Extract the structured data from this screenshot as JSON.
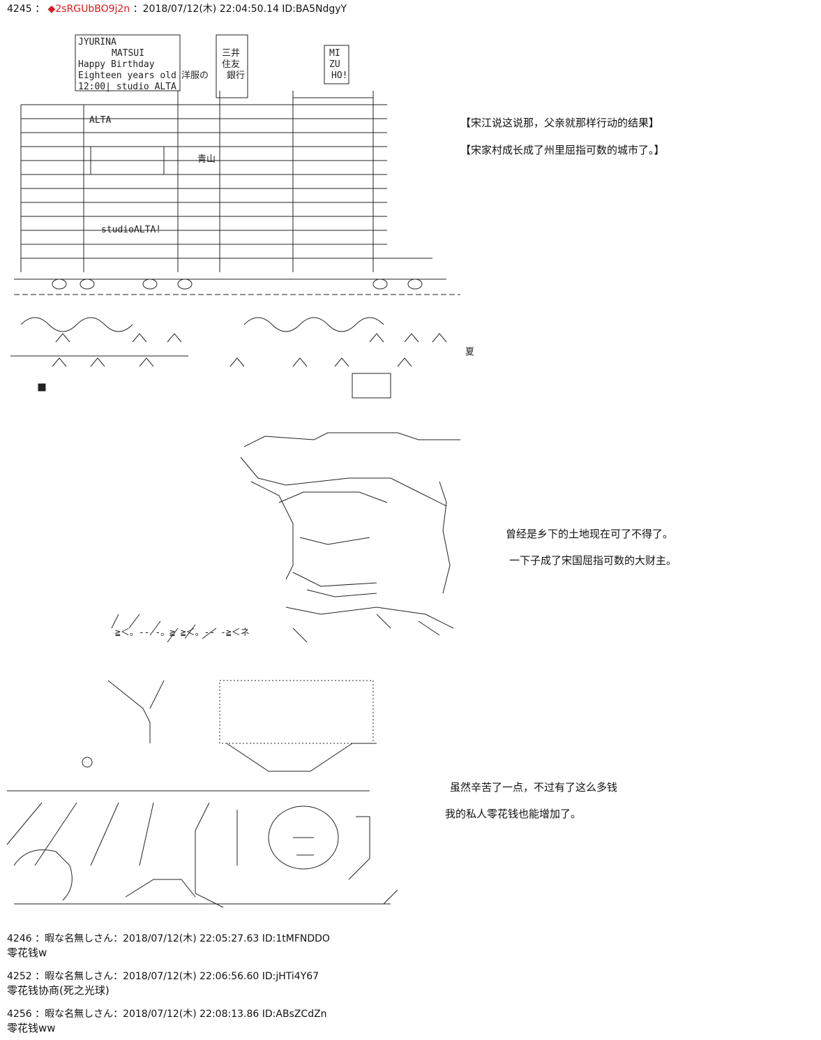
{
  "first_post": {
    "number": "4245",
    "separator": "：",
    "author": "◆2sRGUbBO9j2n",
    "meta": "：2018/07/12(木) 22:04:50.14 ID:BA5NdgyY"
  },
  "art_text": {
    "sign_lines": [
      "JYURINA",
      "MATSUI",
      "Happy Birthday",
      "Eighteen years old",
      "12:00| studio ALTA"
    ],
    "shop_labels": [
      "洋服の",
      "三井",
      "住友",
      "銀行",
      "青山",
      "ALTA",
      "studioALTA!"
    ],
    "mizuho": [
      "MI",
      "ZU",
      "HO!"
    ],
    "summer": "夏",
    "noise_1": "≧＜。-- -。≧ ≧＜。-- -≧＜ネ"
  },
  "captions": {
    "c1": "【宋江说这说那，父亲就那样行动的结果】",
    "c2": "【宋家村成长成了州里屈指可数的城市了。】",
    "c3": "曾经是乡下的土地现在可了不得了。",
    "c4": "一下子成了宋国屈指可数的大财主。",
    "c5": "虽然辛苦了一点，不过有了这么多钱",
    "c6": "我的私人零花钱也能增加了。"
  },
  "replies": [
    {
      "header": "4246 ：暇な名無しさん：2018/07/12(木) 22:05:27.63 ID:1tMFNDDO",
      "body": "零花钱w"
    },
    {
      "header": "4252 ：暇な名無しさん：2018/07/12(木) 22:06:56.60 ID:jHTi4Y67",
      "body": "零花钱协商(死之光球)"
    },
    {
      "header": "4256 ：暇な名無しさん：2018/07/12(木) 22:08:13.86 ID:ABsZCdZn",
      "body": "零花钱ww"
    }
  ]
}
